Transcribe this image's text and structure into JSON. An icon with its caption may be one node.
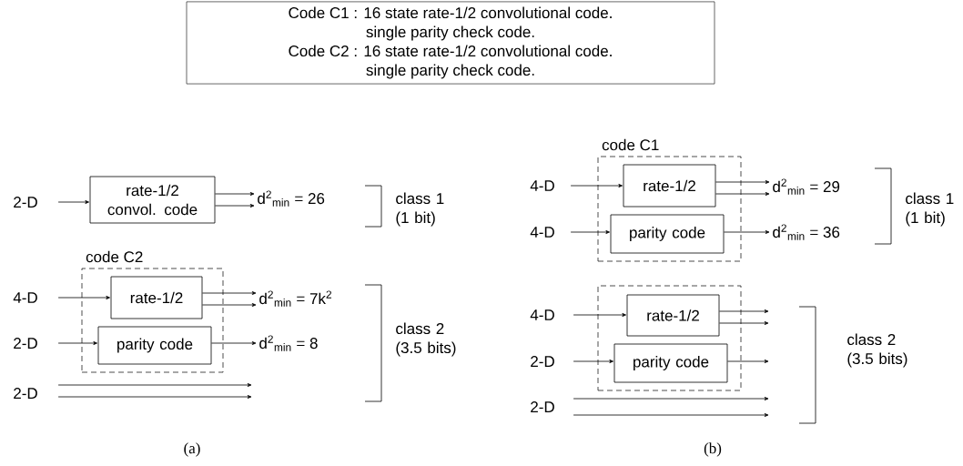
{
  "diagram": {
    "nodes": [
      {
        "text": [
          "Code C1 : 16 state rate-1/2 convolutional code.",
          "single parity check code.",
          "Code C2 : 16 state rate-1/2 convolutional code.",
          "single parity check code."
        ]
      },
      {
        "text": [
          "2-D"
        ]
      },
      {
        "text": [
          "rate-1/2 convol. code"
        ]
      },
      {
        "text": [
          "d$^{2}$$_{min}$ = 26"
        ]
      },
      {
        "text": [
          "code C2"
        ]
      },
      {
        "text": [
          "4-D"
        ]
      },
      {
        "text": [
          "rate-1/2"
        ],
        "in": 4
      },
      {
        "text": [
          "2-D"
        ]
      },
      {
        "text": [
          "parity code"
        ],
        "in": 4
      },
      {
        "text": [
          "d$^{2}$$_{min}$ = 7k$^{2}$"
        ]
      },
      {
        "text": [
          "d$^{2}$$_{min}$ = 8"
        ]
      },
      {
        "text": [
          "2-D"
        ]
      },
      {
        "text": [
          "code C1"
        ]
      },
      {
        "text": [
          "4-D"
        ]
      },
      {
        "text": [
          "rate-1/2"
        ],
        "in": 12
      },
      {
        "text": [
          "4-D"
        ]
      },
      {
        "text": [
          "parity code"
        ],
        "in": 12
      },
      {
        "text": [
          "d$^{2}$$_{min}$ = 29"
        ]
      },
      {
        "text": [
          "d$^{2}$$_{min}$ = 36"
        ]
      },
      {
        "text": [],
        "shape": "box"
      },
      {
        "text": [
          "4-D"
        ]
      },
      {
        "text": [
          "rate-1/2"
        ],
        "in": 19
      },
      {
        "text": [
          "2-D"
        ]
      },
      {
        "text": [
          "parity code"
        ],
        "in": 19
      },
      {
        "text": [
          "2-D"
        ]
      }
    ],
    "edges": [
      {
        "from": 1,
        "to": 2,
        "arrow": "to"
      },
      {
        "from": 2,
        "to": 3,
        "arrow": "to"
      },
      {
        "from": 2,
        "to": 3,
        "arrow": "to"
      },
      {
        "from": 5,
        "to": 6,
        "arrow": "to"
      },
      {
        "from": 6,
        "to": 9,
        "arrow": "to"
      },
      {
        "from": 6,
        "to": 9,
        "arrow": "to"
      },
      {
        "from": 7,
        "to": 8,
        "arrow": "to"
      },
      {
        "from": 8,
        "to": 10,
        "arrow": "to"
      },
      {
        "from": 11,
        "to": null,
        "arrow": "to"
      },
      {
        "from": 11,
        "to": null,
        "arrow": "to"
      },
      {
        "from": 13,
        "to": 14,
        "arrow": "to"
      },
      {
        "from": 14,
        "to": 17,
        "arrow": "to"
      },
      {
        "from": 14,
        "to": 17,
        "arrow": "to"
      },
      {
        "from": 15,
        "to": 16,
        "arrow": "to"
      },
      {
        "from": 16,
        "to": 18,
        "arrow": "to"
      },
      {
        "from": 20,
        "to": 21,
        "arrow": "to"
      },
      {
        "from": 21,
        "to": null,
        "arrow": "to"
      },
      {
        "from": 21,
        "to": null,
        "arrow": "to"
      },
      {
        "from": 22,
        "to": 23,
        "arrow": "to"
      },
      {
        "from": 23,
        "to": null,
        "arrow": "to"
      },
      {
        "from": 24,
        "to": null,
        "arrow": "to"
      },
      {
        "from": 24,
        "to": null,
        "arrow": "to"
      }
    ],
    "labels": [
      "class 1 (1 bit)",
      "class 2 (3.5 bits)",
      "class 1 (1 bit)",
      "class 2 (3.5 bits)",
      "(a)",
      "(b)"
    ]
  }
}
